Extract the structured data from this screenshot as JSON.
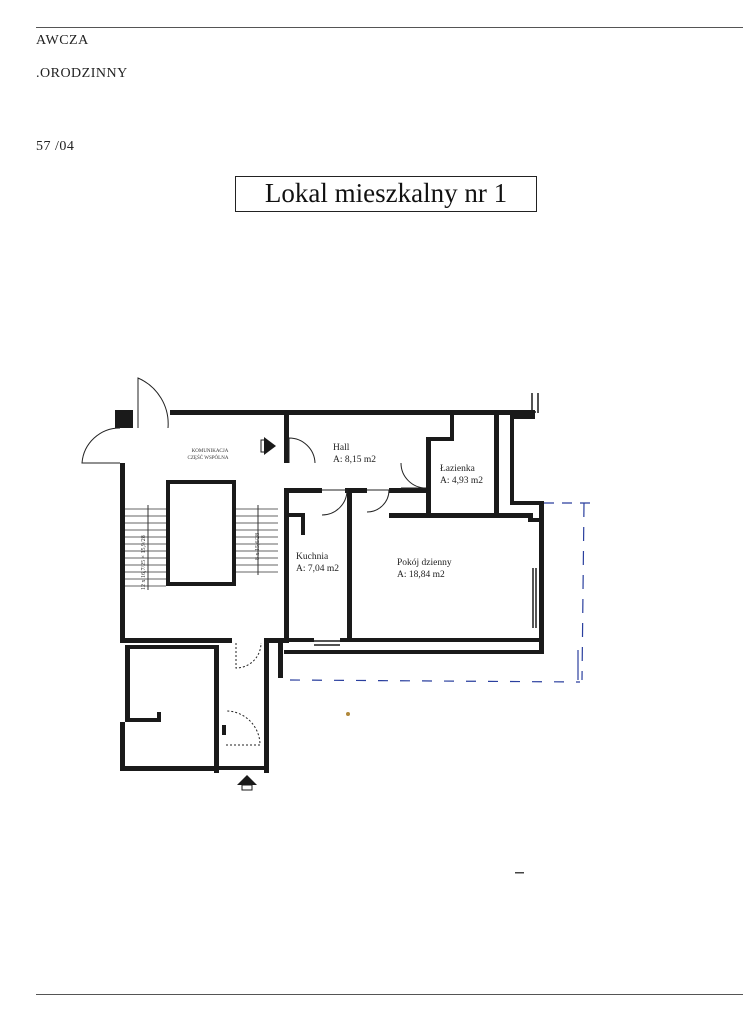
{
  "header": {
    "line1": "AWCZA",
    "line2": ".ORODZINNY",
    "line3": "57 /04"
  },
  "title": "Lokal mieszkalny nr 1",
  "common_area": {
    "line1": "KOMUNIKACJA",
    "line2": "CZĘŚĆ WSPÓLNA"
  },
  "stair_dims": {
    "left": "12 x 16,7/25 × 15,9/28",
    "right": "8 x 15,6/28"
  },
  "rooms": [
    {
      "id": "hall",
      "name": "Hall",
      "area": "A: 8,15 m2"
    },
    {
      "id": "bathroom",
      "name": "Łazienka",
      "area": "A: 4,93 m2"
    },
    {
      "id": "kitchen",
      "name": "Kuchnia",
      "area": "A: 7,04 m2"
    },
    {
      "id": "living",
      "name": "Pokój dzienny",
      "area": "A: 18,84 m2"
    }
  ],
  "colors": {
    "walls": "#1a1a1a",
    "dashed_outline": "#2a3f9e"
  }
}
